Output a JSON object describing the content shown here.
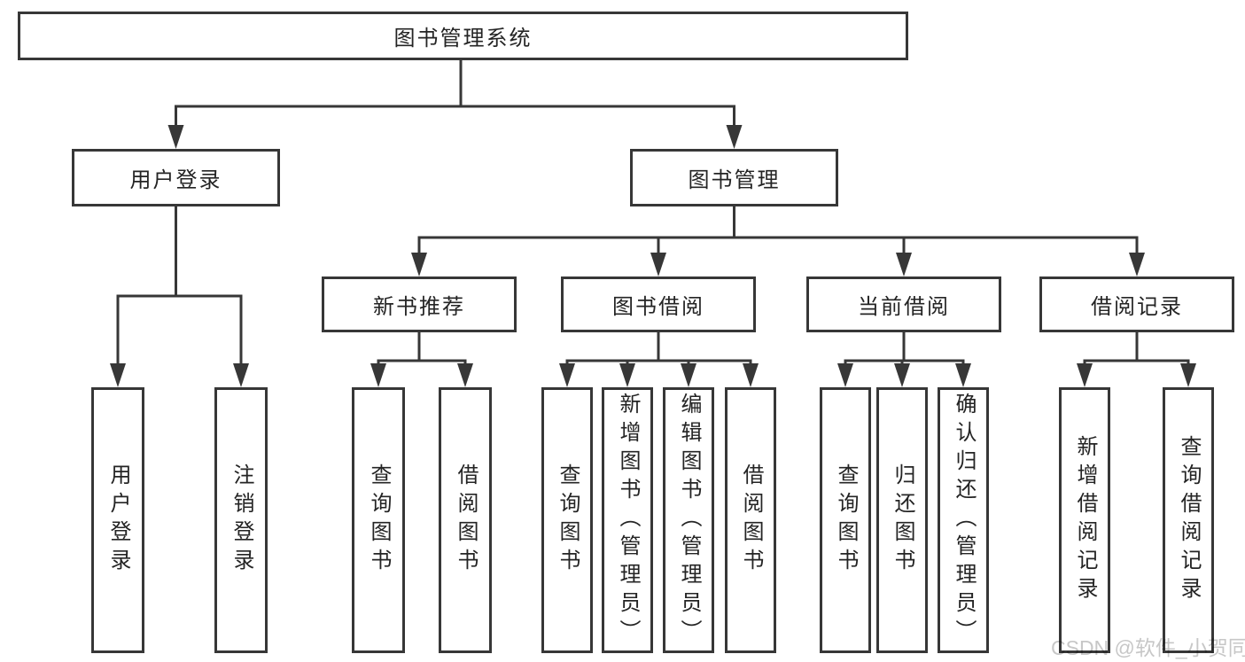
{
  "tree": {
    "root": {
      "label": "图书管理系统",
      "children": [
        {
          "label": "用户登录",
          "children": [
            {
              "label": "用户登录"
            },
            {
              "label": "注销登录"
            }
          ]
        },
        {
          "label": "图书管理",
          "children": [
            {
              "label": "新书推荐",
              "children": [
                {
                  "label": "查询图书"
                },
                {
                  "label": "借阅图书"
                }
              ]
            },
            {
              "label": "图书借阅",
              "children": [
                {
                  "label": "查询图书"
                },
                {
                  "label": "新增图书（管理员）"
                },
                {
                  "label": "编辑图书（管理员）"
                },
                {
                  "label": "借阅图书"
                }
              ]
            },
            {
              "label": "当前借阅",
              "children": [
                {
                  "label": "查询图书"
                },
                {
                  "label": "归还图书"
                },
                {
                  "label": "确认归还（管理员）"
                }
              ]
            },
            {
              "label": "借阅记录",
              "children": [
                {
                  "label": "新增借阅记录"
                },
                {
                  "label": "查询借阅记录"
                }
              ]
            }
          ]
        }
      ]
    }
  },
  "watermark": {
    "text": "CSDN @软件_小贺同学"
  },
  "colors": {
    "line": "#373737",
    "box_border": "#373737",
    "text": "#242424",
    "watermark": "#c7c7c7",
    "background": "#ffffff"
  }
}
